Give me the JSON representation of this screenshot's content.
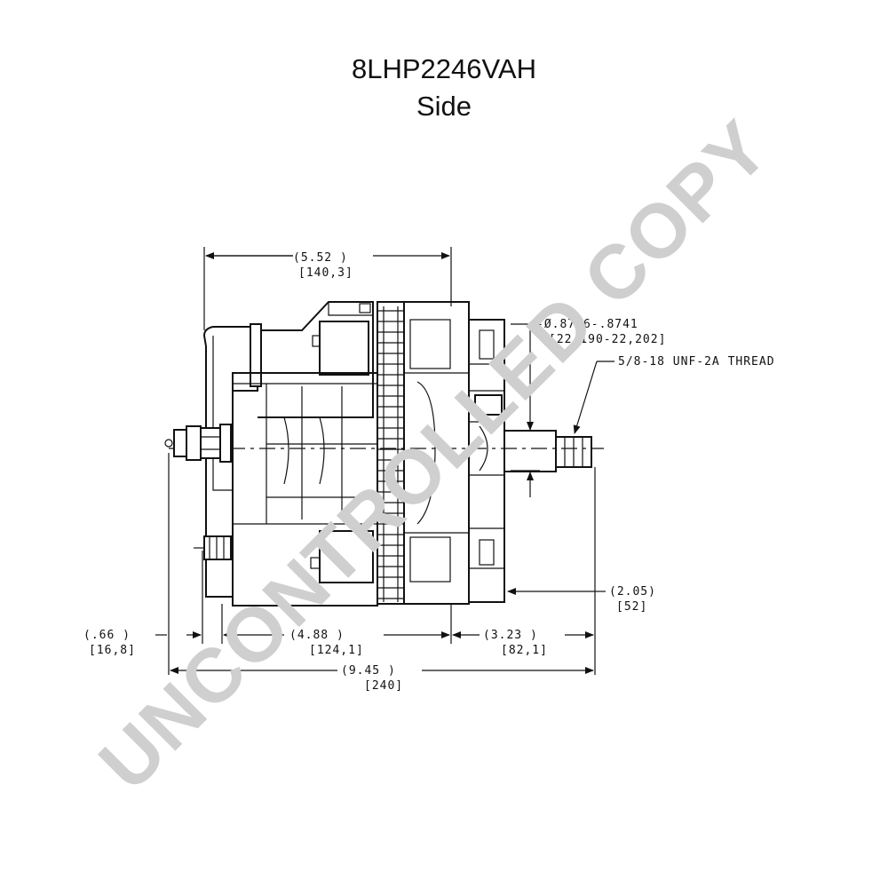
{
  "header": {
    "model": "8LHP2246VAH",
    "view": "Side"
  },
  "watermark": {
    "text": "UNCONTROLLED COPY",
    "color": "#cfcfcf"
  },
  "dimensions": {
    "top_width": {
      "imperial": "(5.52   )",
      "metric": "[140,3]"
    },
    "shaft_diameter": {
      "imperial": "-Ø.8736-.8741",
      "metric": "[22,190-22,202]"
    },
    "thread": {
      "text": "5/8-18 UNF-2A THREAD"
    },
    "shaft_length": {
      "imperial": "(2.05)",
      "metric": "[52]"
    },
    "terminal_offset": {
      "imperial": "(.66   )",
      "metric": "[16,8]"
    },
    "body_length": {
      "imperial": "(4.88   )",
      "metric": "[124,1]"
    },
    "front_length": {
      "imperial": "(3.23   )",
      "metric": "[82,1]"
    },
    "overall_length": {
      "imperial": "(9.45 )",
      "metric": "[240]"
    }
  }
}
